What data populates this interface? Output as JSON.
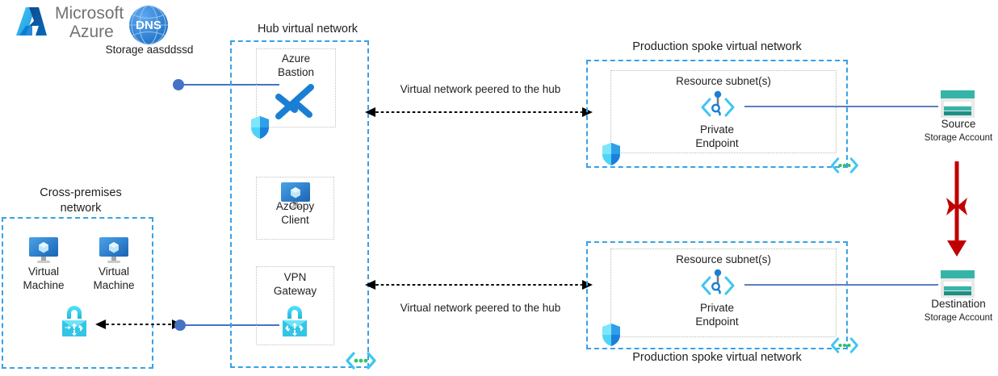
{
  "brand": {
    "logo_name": "azure-logo-icon",
    "line1": "Microsoft",
    "line2": "Azure"
  },
  "dns": {
    "icon_label": "DNS",
    "caption": "Storage aasddssd"
  },
  "cross_premises": {
    "title_line1": "Cross-premises",
    "title_line2": "network",
    "vm1_line1": "Virtual",
    "vm1_line2": "Machine",
    "vm2_line1": "Virtual",
    "vm2_line2": "Machine"
  },
  "hub": {
    "title": "Hub virtual network",
    "bastion_line1": "Azure",
    "bastion_line2": "Bastion",
    "azcopy_line1": "AzCopy",
    "azcopy_line2": "Client",
    "vpn_line1": "VPN",
    "vpn_line2": "Gateway"
  },
  "spoke_top": {
    "title": "Production spoke virtual network",
    "subnet_label": "Resource subnet(s)",
    "endpoint_line1": "Private",
    "endpoint_line2": "Endpoint"
  },
  "spoke_bottom": {
    "title": "Production spoke virtual network",
    "subnet_label": "Resource subnet(s)",
    "endpoint_line1": "Private",
    "endpoint_line2": "Endpoint"
  },
  "peering": {
    "top_label": "Virtual network peered to the hub",
    "bottom_label": "Virtual network peered to the hub"
  },
  "storage": {
    "source_name": "Source",
    "source_type": "Storage Account",
    "destination_name": "Destination",
    "destination_type": "Storage Account"
  },
  "blocked_flow": {
    "marker": "blocked-arrow-x-icon"
  },
  "colors": {
    "vnet_border": "#3aa0e8",
    "azure_blue": "#0078d4",
    "line_blue": "#4472c4",
    "storage_teal": "#35b5a8",
    "blocked_red": "#c00000",
    "vnet_icon_green": "#32c36c"
  }
}
